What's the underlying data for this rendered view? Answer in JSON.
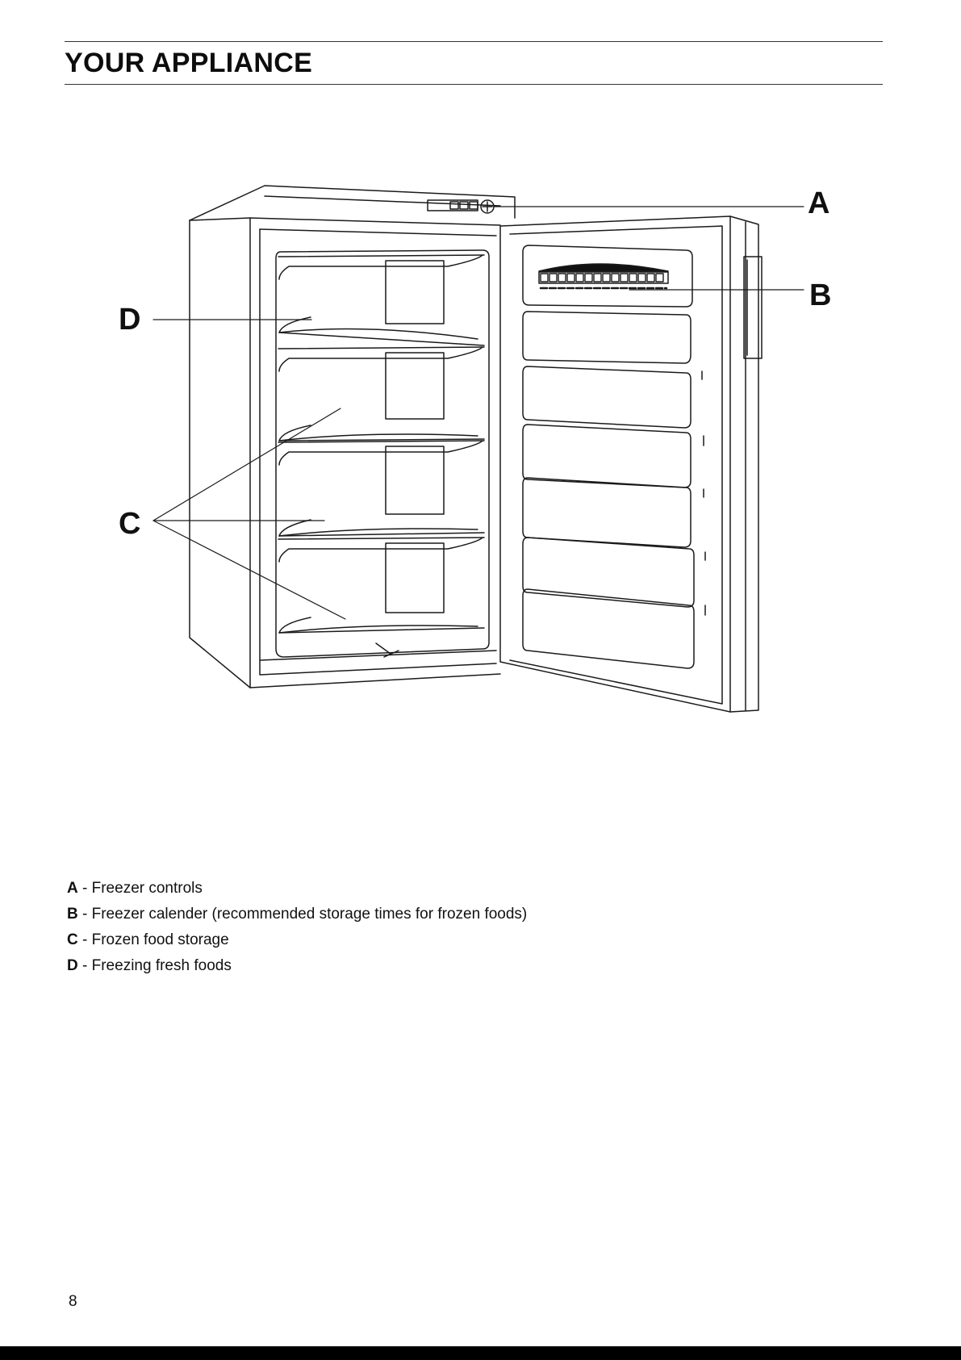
{
  "header": {
    "title": "YOUR APPLIANCE"
  },
  "figure": {
    "callouts": {
      "a": "A",
      "b": "B",
      "c": "C",
      "d": "D"
    }
  },
  "legend": {
    "items": [
      {
        "key": "A",
        "separator": " - ",
        "text": "Freezer controls"
      },
      {
        "key": "B",
        "separator": " - ",
        "text": "Freezer calender (recommended storage times for frozen foods)"
      },
      {
        "key": "C",
        "separator": " - ",
        "text": "Frozen food storage"
      },
      {
        "key": "D",
        "separator": " - ",
        "text": "Freezing fresh foods"
      }
    ]
  },
  "footer": {
    "page_number": "8"
  }
}
